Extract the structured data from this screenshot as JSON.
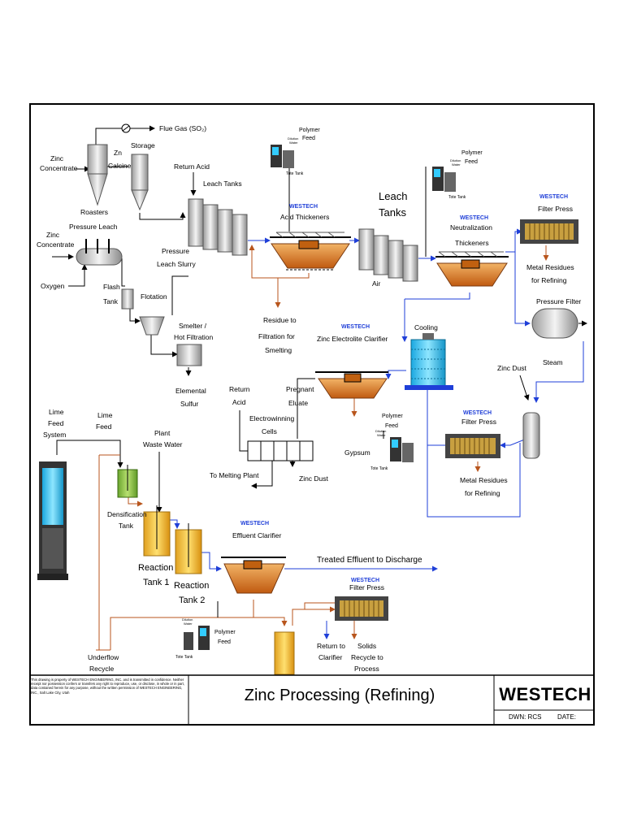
{
  "brand": "WESTECH",
  "labels": {
    "flue_gas": "Flue Gas (SO₂)",
    "zinc_concentrate_1": [
      "Zinc",
      "Concentrate"
    ],
    "zn_calcine": [
      "Zn",
      "Calcine"
    ],
    "storage": "Storage",
    "return_acid_top": "Return Acid",
    "leach_tanks_small": "Leach Tanks",
    "polymer_feed_1": [
      "Polymer",
      "Feed"
    ],
    "polymer_feed_2": [
      "Polymer",
      "Feed"
    ],
    "polymer_feed_3": [
      "Polymer",
      "Feed"
    ],
    "polymer_feed_4": [
      "Polymer",
      "Feed"
    ],
    "dilution_water": [
      "Dilution",
      "Water"
    ],
    "tote_tank": "Tote Tank",
    "roasters": "Roasters",
    "pressure_leach": "Pressure Leach",
    "zinc_concentrate_2": [
      "Zinc",
      "Concentrate"
    ],
    "oxygen": "Oxygen",
    "flash_tank": [
      "Flash",
      "Tank"
    ],
    "flotation": "Flotation",
    "pressure_leach_slurry": [
      "Pressure",
      "Leach Slurry"
    ],
    "acid_thickeners": "Acid Thickeners",
    "leach_tanks_big": [
      "Leach",
      "Tanks"
    ],
    "air": "Air",
    "neutralization_thickeners": [
      "Neutralization",
      "Thickeners"
    ],
    "filter_press_1": "Filter Press",
    "metal_residues_1": [
      "Metal Residues",
      "for Refining"
    ],
    "pressure_filter": "Pressure Filter",
    "steam": "Steam",
    "smelter": [
      "Smelter /",
      "Hot Filtration"
    ],
    "elemental_sulfur": [
      "Elemental",
      "Sulfur"
    ],
    "residue_filtration": [
      "Residue to",
      "Filtration for",
      "Smelting"
    ],
    "zinc_electrolite_clarifier": "Zinc Electrolite Clarifier",
    "cooling": "Cooling",
    "zinc_dust_1": "Zinc Dust",
    "return_acid_mid": [
      "Return",
      "Acid"
    ],
    "pregnant_eluate": [
      "Pregnant",
      "Eluate"
    ],
    "electrowinning": [
      "Electrowinning",
      "Cells"
    ],
    "gypsum": "Gypsum",
    "filter_press_2": "Filter Press",
    "metal_residues_2": [
      "Metal Residues",
      "for Refining"
    ],
    "to_melting_plant": "To Melting Plant",
    "zinc_dust_2": "Zinc Dust",
    "lime_feed_system": [
      "Lime",
      "Feed",
      "System"
    ],
    "lime_feed": [
      "Lime",
      "Feed"
    ],
    "plant_waste_water": [
      "Plant",
      "Waste Water"
    ],
    "densification_tank": [
      "Densification",
      "Tank"
    ],
    "reaction_tank_1": [
      "Reaction",
      "Tank 1"
    ],
    "reaction_tank_2": [
      "Reaction",
      "Tank 2"
    ],
    "effluent_clarifier": "Effluent Clarifier",
    "treated_effluent": "Treated Effluent to Discharge",
    "filter_press_3": "Filter Press",
    "return_to_clarifier": [
      "Return to",
      "Clarifier"
    ],
    "solids_recycle": [
      "Solids",
      "Recycle to",
      "Process"
    ],
    "underflow_recycle": [
      "Underflow",
      "Recycle"
    ]
  },
  "title_block": {
    "note": "This drawing is property of WESTECH ENGINEERING, INC. and is transmitted in confidence. Neither receipt nor possession confers or transfers any right to reproduce, use, or disclose, in whole or in part, data contained herein for any purpose, without the written permission of WESTECH ENGINEERING, INC., Salt Lake City, Utah",
    "title": "Zinc Processing (Refining)",
    "logo": "WESTECH",
    "dwn": "DWN:   RCS",
    "date": "DATE:"
  },
  "colors": {
    "flow_blue": "#1f3fd8",
    "flow_brown": "#b8551c",
    "sludge_orange": "#e08a2a",
    "tank_yellow": "#f4c430",
    "tank_green": "#8cc63f",
    "cyan": "#33ccff",
    "frame": "#000000"
  }
}
